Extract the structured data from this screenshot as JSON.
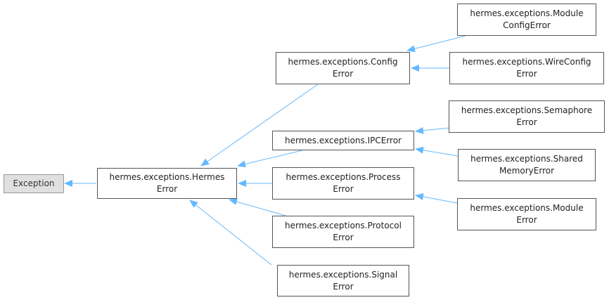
{
  "colors": {
    "edge": "#63b8ff",
    "node_border": "#555555",
    "root_fill": "#e0e0e0",
    "root_border": "#999999",
    "text": "#222222"
  },
  "nodes": {
    "exception": {
      "lines": [
        "Exception"
      ]
    },
    "hermes": {
      "lines": [
        "hermes.exceptions.Hermes",
        "Error"
      ]
    },
    "config": {
      "lines": [
        "hermes.exceptions.Config",
        "Error"
      ]
    },
    "ipc": {
      "lines": [
        "hermes.exceptions.IPCError"
      ]
    },
    "process": {
      "lines": [
        "hermes.exceptions.Process",
        "Error"
      ]
    },
    "protocol": {
      "lines": [
        "hermes.exceptions.Protocol",
        "Error"
      ]
    },
    "signal": {
      "lines": [
        "hermes.exceptions.Signal",
        "Error"
      ]
    },
    "module_config": {
      "lines": [
        "hermes.exceptions.Module",
        "ConfigError"
      ]
    },
    "wire_config": {
      "lines": [
        "hermes.exceptions.WireConfig",
        "Error"
      ]
    },
    "semaphore": {
      "lines": [
        "hermes.exceptions.Semaphore",
        "Error"
      ]
    },
    "shared_memory": {
      "lines": [
        "hermes.exceptions.Shared",
        "MemoryError"
      ]
    },
    "module": {
      "lines": [
        "hermes.exceptions.Module",
        "Error"
      ]
    }
  }
}
